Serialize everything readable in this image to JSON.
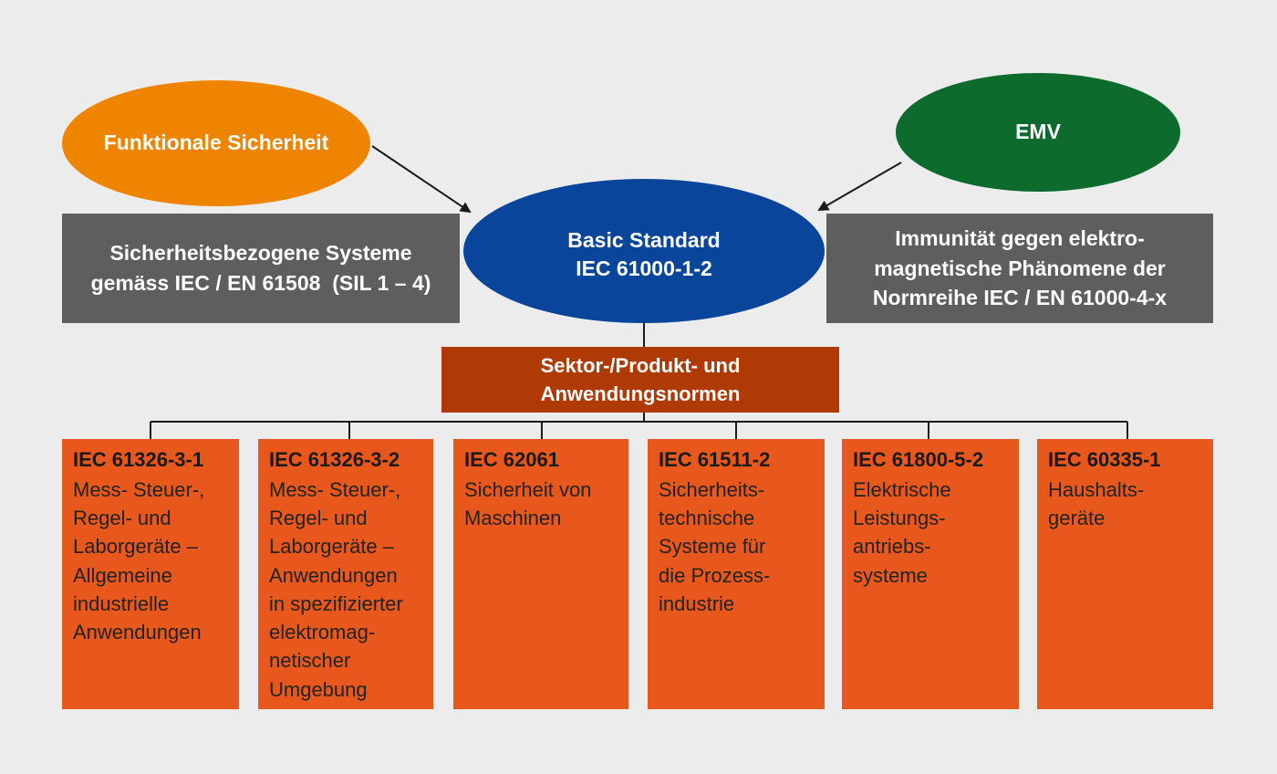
{
  "colors": {
    "background": "#ececec",
    "functional_safety": "#ee8400",
    "emv": "#0e6b2e",
    "basic_standard": "#08459b",
    "grey_box": "#5e5e5e",
    "sector_box": "#b03a06",
    "norm_box": "#e8581c",
    "connector": "#1a1a1a"
  },
  "functional_safety": {
    "label": "Funktionale Sicherheit"
  },
  "emv": {
    "label": "EMV"
  },
  "basic_standard": {
    "line1": "Basic Standard",
    "line2": "IEC 61000-1-2"
  },
  "safety_systems": {
    "line1": "Sicherheitsbezogene Systeme",
    "line2": "gemäss IEC / EN 61508  (SIL 1 – 4)"
  },
  "immunity": {
    "line1": "Immunität gegen elektro-",
    "line2": "magnetische Phänomene der",
    "line3": "Normreihe IEC / EN 61000-4-x"
  },
  "sector": {
    "line1": "Sektor-/Produkt- und",
    "line2": "Anwendungsnormen"
  },
  "norms": [
    {
      "code": "IEC 61326-3-1",
      "lines": [
        "Mess- Steuer-,",
        "Regel- und",
        "Laborgeräte –",
        "Allgemeine",
        "industrielle",
        "Anwendungen"
      ]
    },
    {
      "code": "IEC 61326-3-2",
      "lines": [
        "Mess- Steuer-,",
        "Regel- und",
        "Laborgeräte –",
        "Anwendungen",
        "in spezifizierter",
        "elektromag-",
        "netischer",
        "Umgebung"
      ]
    },
    {
      "code": "IEC 62061",
      "lines": [
        "Sicherheit von",
        "Maschinen"
      ]
    },
    {
      "code": "IEC 61511-2",
      "lines": [
        "Sicherheits-",
        "technische",
        "Systeme für",
        "die Prozess-",
        "industrie"
      ]
    },
    {
      "code": "IEC 61800-5-2",
      "lines": [
        "Elektrische",
        "Leistungs-",
        "antriebs-",
        "systeme"
      ]
    },
    {
      "code": "IEC 60335-1",
      "lines": [
        "Haushalts-",
        "geräte"
      ]
    }
  ]
}
